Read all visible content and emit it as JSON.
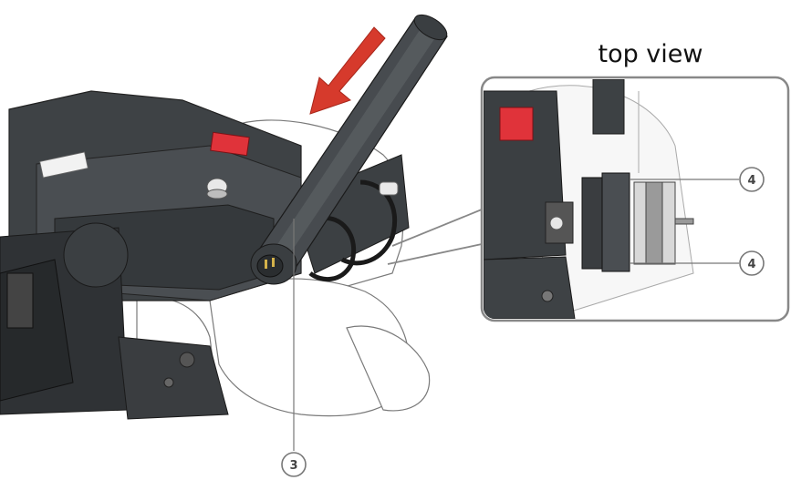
{
  "inset": {
    "title": "top view"
  },
  "callouts": [
    {
      "id": "mic-callout",
      "label": "3"
    },
    {
      "id": "holder-top-callout",
      "label": "4"
    },
    {
      "id": "holder-bottom-callout",
      "label": "4"
    }
  ],
  "colors": {
    "arrow": "#d63a2c",
    "button_red": "#e0333a",
    "body_dark": "#3a3d40",
    "body_mid": "#5a5e62",
    "outline": "#888888",
    "callout_ring": "#777777"
  }
}
